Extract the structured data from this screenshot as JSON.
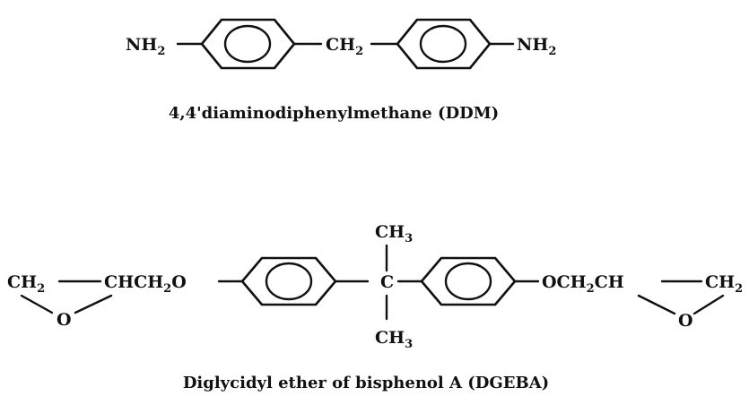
{
  "ddm": {
    "left_amine": "NH",
    "left_amine_sub": "2",
    "bridge": "CH",
    "bridge_sub": "2",
    "right_amine": "NH",
    "right_amine_sub": "2",
    "caption": "4,4'diaminodiphenylmethane (DDM)"
  },
  "dgeba": {
    "left_epoxide_carbon": "CH",
    "left_epoxide_carbon_sub": "2",
    "left_chain": "CHCH",
    "left_chain_sub": "2",
    "left_chain_tail": "O",
    "left_epoxide_oxygen": "O",
    "top_methyl": "CH",
    "top_methyl_sub": "3",
    "central_carbon": "C",
    "bottom_methyl": "CH",
    "bottom_methyl_sub": "3",
    "right_chain": "OCH",
    "right_chain_sub": "2",
    "right_chain_tail": "CH",
    "right_epoxide_carbon": "CH",
    "right_epoxide_carbon_sub": "2",
    "right_epoxide_oxygen": "O",
    "caption": "Diglycidyl ether of bisphenol A (DGEBA)"
  }
}
